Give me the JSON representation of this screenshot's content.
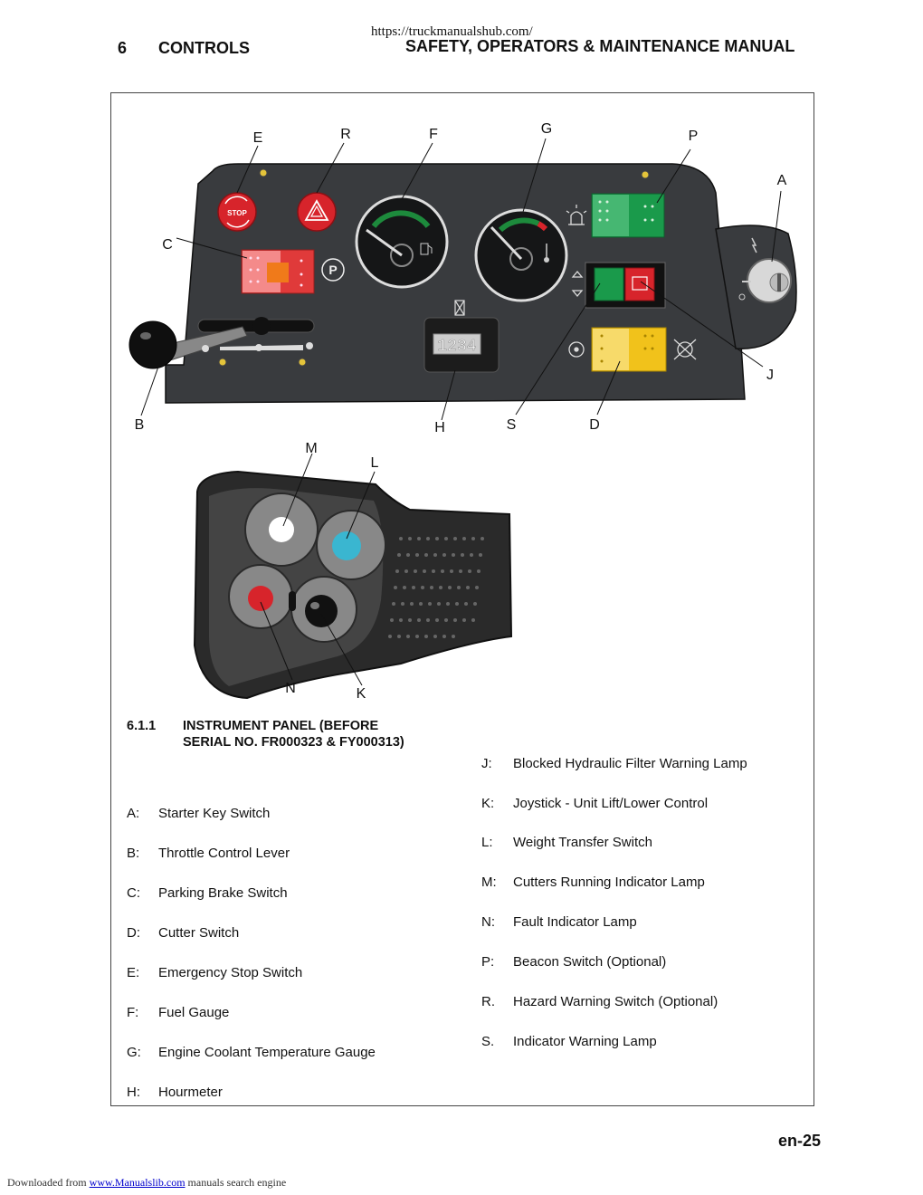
{
  "header": {
    "url": "https://truckmanualshub.com/",
    "section_number": "6",
    "section_title": "CONTROLS",
    "manual_title": "SAFETY, OPERATORS & MAINTENANCE MANUAL"
  },
  "diagram": {
    "callouts": [
      "E",
      "R",
      "F",
      "G",
      "P",
      "A",
      "C",
      "J",
      "B",
      "H",
      "S",
      "D",
      "M",
      "L",
      "N",
      "K"
    ],
    "stop_label": "STOP",
    "hourmeter_value": "1234"
  },
  "caption": {
    "number": "6.1.1",
    "line1": "INSTRUMENT PANEL (BEFORE",
    "line2": "SERIAL NO. FR000323 & FY000313)"
  },
  "legend_left": [
    {
      "key": "A:",
      "text": "Starter Key Switch"
    },
    {
      "key": "B:",
      "text": "Throttle Control Lever"
    },
    {
      "key": "C:",
      "text": "Parking Brake Switch"
    },
    {
      "key": "D:",
      "text": "Cutter Switch"
    },
    {
      "key": "E:",
      "text": "Emergency Stop Switch"
    },
    {
      "key": "F:",
      "text": "Fuel Gauge"
    },
    {
      "key": "G:",
      "text": "Engine Coolant Temperature Gauge"
    },
    {
      "key": "H:",
      "text": "Hourmeter"
    }
  ],
  "legend_right": [
    {
      "key": "J:",
      "text": "Blocked Hydraulic Filter Warning Lamp"
    },
    {
      "key": "K:",
      "text": "Joystick - Unit Lift/Lower Control"
    },
    {
      "key": "L:",
      "text": "Weight Transfer Switch"
    },
    {
      "key": "M:",
      "text": "Cutters Running Indicator Lamp"
    },
    {
      "key": "N:",
      "text": "Fault Indicator Lamp"
    },
    {
      "key": "P:",
      "text": "Beacon Switch (Optional)"
    },
    {
      "key": "R.",
      "text": "Hazard Warning Switch (Optional)"
    },
    {
      "key": "S.",
      "text": "Indicator Warning Lamp"
    }
  ],
  "page_number": "en-25",
  "footer": {
    "prefix": "Downloaded from ",
    "link": "www.Manualslib.com",
    "suffix": " manuals search engine"
  }
}
